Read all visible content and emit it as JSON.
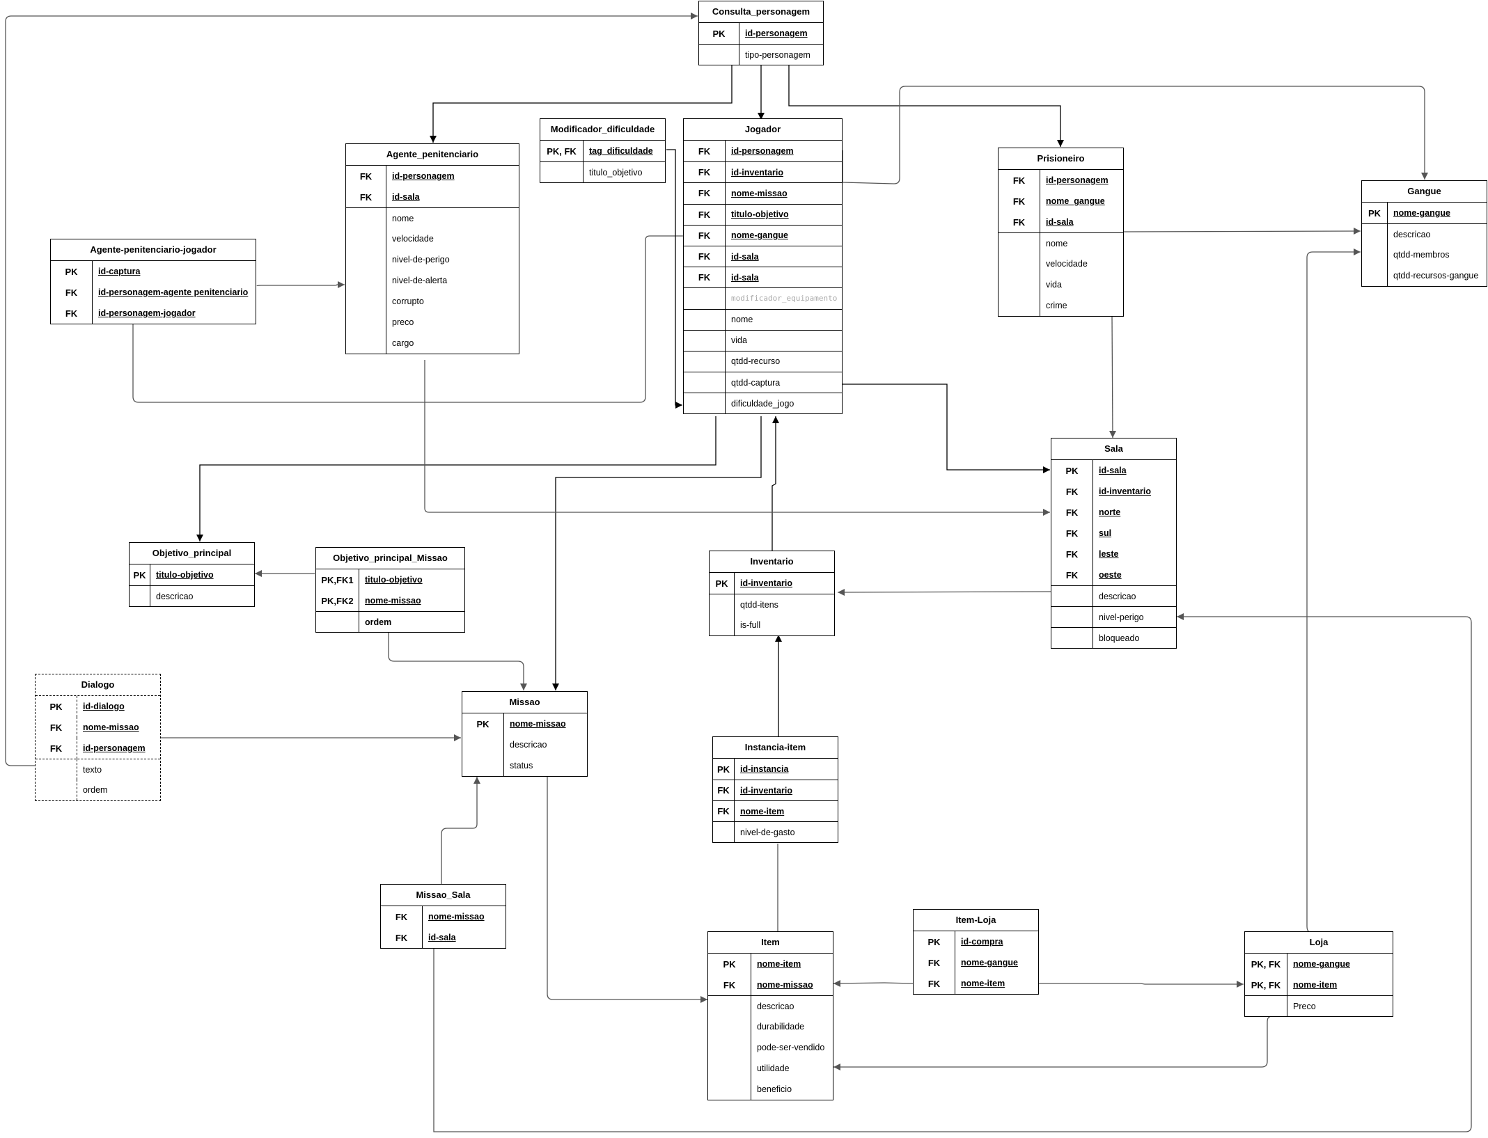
{
  "entities": {
    "consulta_personagem": {
      "title": "Consulta_personagem",
      "rows": [
        {
          "key": "PK",
          "attr": "id-personagem",
          "style": "k"
        },
        {
          "key": "",
          "attr": "tipo-personagem",
          "style": ""
        }
      ]
    },
    "agente_penitenciario": {
      "title": "Agente_penitenciario",
      "rows": [
        {
          "key": "FK",
          "attr": "id-personagem",
          "style": "k"
        },
        {
          "key": "FK",
          "attr": "id-sala",
          "style": "k"
        },
        {
          "key": "",
          "attr": "nome",
          "style": ""
        },
        {
          "key": "",
          "attr": "velocidade",
          "style": ""
        },
        {
          "key": "",
          "attr": "nivel-de-perigo",
          "style": ""
        },
        {
          "key": "",
          "attr": "nivel-de-alerta",
          "style": ""
        },
        {
          "key": "",
          "attr": "corrupto",
          "style": ""
        },
        {
          "key": "",
          "attr": "preco",
          "style": ""
        },
        {
          "key": "",
          "attr": "cargo",
          "style": ""
        }
      ]
    },
    "modificador_dificuldade": {
      "title": "Modificador_dificuldade",
      "rows": [
        {
          "key": "PK, FK",
          "attr": "tag_dificuldade",
          "style": "k"
        },
        {
          "key": "",
          "attr": "titulo_objetivo",
          "style": ""
        }
      ]
    },
    "jogador": {
      "title": "Jogador",
      "rows": [
        {
          "key": "FK",
          "attr": "id-personagem",
          "style": "k"
        },
        {
          "key": "FK",
          "attr": "id-inventario",
          "style": "k"
        },
        {
          "key": "FK",
          "attr": "nome-missao",
          "style": "k"
        },
        {
          "key": "FK",
          "attr": "titulo-objetivo",
          "style": "k"
        },
        {
          "key": "FK",
          "attr": "nome-gangue",
          "style": "k"
        },
        {
          "key": "FK",
          "attr": "id-sala",
          "style": "k"
        },
        {
          "key": "FK",
          "attr": "id-sala",
          "style": "k"
        },
        {
          "key": "",
          "attr": "modificador_equipamento",
          "style": "mono"
        },
        {
          "key": "",
          "attr": "nome",
          "style": ""
        },
        {
          "key": "",
          "attr": "vida",
          "style": ""
        },
        {
          "key": "",
          "attr": "qtdd-recurso",
          "style": ""
        },
        {
          "key": "",
          "attr": "qtdd-captura",
          "style": ""
        },
        {
          "key": "",
          "attr": "dificuldade_jogo",
          "style": ""
        }
      ]
    },
    "prisioneiro": {
      "title": "Prisioneiro",
      "rows": [
        {
          "key": "FK",
          "attr": "id-personagem",
          "style": "k"
        },
        {
          "key": "FK",
          "attr": "nome_gangue",
          "style": "k"
        },
        {
          "key": "FK",
          "attr": "id-sala",
          "style": "k"
        },
        {
          "key": "",
          "attr": "nome",
          "style": ""
        },
        {
          "key": "",
          "attr": "velocidade",
          "style": ""
        },
        {
          "key": "",
          "attr": "vida",
          "style": ""
        },
        {
          "key": "",
          "attr": "crime",
          "style": ""
        }
      ]
    },
    "gangue": {
      "title": "Gangue",
      "rows": [
        {
          "key": "PK",
          "attr": "nome-gangue",
          "style": "k"
        },
        {
          "key": "",
          "attr": "descricao",
          "style": ""
        },
        {
          "key": "",
          "attr": "qtdd-membros",
          "style": ""
        },
        {
          "key": "",
          "attr": "qtdd-recursos-gangue",
          "style": ""
        }
      ]
    },
    "agente_penitenciario_jogador": {
      "title": "Agente-penitenciario-jogador",
      "rows": [
        {
          "key": "PK",
          "attr": "id-captura",
          "style": "k"
        },
        {
          "key": "FK",
          "attr": "id-personagem-agente penitenciario",
          "style": "k"
        },
        {
          "key": "FK",
          "attr": "id-personagem-jogador",
          "style": "k"
        }
      ]
    },
    "sala": {
      "title": "Sala",
      "rows": [
        {
          "key": "PK",
          "attr": "id-sala",
          "style": "k"
        },
        {
          "key": "FK",
          "attr": "id-inventario ",
          "style": "k"
        },
        {
          "key": "FK",
          "attr": "norte",
          "style": "k"
        },
        {
          "key": "FK",
          "attr": "sul",
          "style": "k"
        },
        {
          "key": "FK",
          "attr": "leste",
          "style": "k"
        },
        {
          "key": "FK",
          "attr": "oeste",
          "style": "k"
        },
        {
          "key": "",
          "attr": "descricao",
          "style": ""
        },
        {
          "key": "",
          "attr": "nivel-perigo",
          "style": ""
        },
        {
          "key": "",
          "attr": "bloqueado",
          "style": ""
        }
      ]
    },
    "objetivo_principal": {
      "title": "Objetivo_principal",
      "rows": [
        {
          "key": "PK",
          "attr": "titulo-objetivo",
          "style": "k"
        },
        {
          "key": "",
          "attr": "descricao",
          "style": ""
        }
      ]
    },
    "objetivo_principal_missao": {
      "title": "Objetivo_principal_Missao",
      "rows": [
        {
          "key": "PK,FK1",
          "attr": "titulo-objetivo",
          "style": "k"
        },
        {
          "key": "PK,FK2",
          "attr": "nome-missao",
          "style": "k"
        },
        {
          "key": "",
          "attr": "ordem",
          "style": "b"
        }
      ]
    },
    "inventario": {
      "title": "Inventario",
      "rows": [
        {
          "key": "PK",
          "attr": "id-inventario",
          "style": "k"
        },
        {
          "key": "",
          "attr": "qtdd-itens",
          "style": ""
        },
        {
          "key": "",
          "attr": "is-full",
          "style": ""
        }
      ]
    },
    "dialogo": {
      "title": "Dialogo",
      "rows": [
        {
          "key": "PK",
          "attr": "id-dialogo",
          "style": "k"
        },
        {
          "key": "FK",
          "attr": "nome-missao",
          "style": "k"
        },
        {
          "key": "FK",
          "attr": "id-personagem",
          "style": "k"
        },
        {
          "key": "",
          "attr": "texto",
          "style": ""
        },
        {
          "key": "",
          "attr": "ordem",
          "style": ""
        }
      ]
    },
    "missao": {
      "title": "Missao",
      "rows": [
        {
          "key": "PK",
          "attr": "nome-missao",
          "style": "k"
        },
        {
          "key": "",
          "attr": "descricao",
          "style": ""
        },
        {
          "key": "",
          "attr": "status",
          "style": ""
        }
      ]
    },
    "instancia_item": {
      "title": "Instancia-item",
      "rows": [
        {
          "key": "PK",
          "attr": "id-instancia",
          "style": "k"
        },
        {
          "key": "FK",
          "attr": "id-inventario",
          "style": "k"
        },
        {
          "key": "FK",
          "attr": "nome-item",
          "style": "k"
        },
        {
          "key": "",
          "attr": "nivel-de-gasto",
          "style": ""
        }
      ]
    },
    "missao_sala": {
      "title": "Missao_Sala",
      "rows": [
        {
          "key": "FK",
          "attr": "nome-missao",
          "style": "k"
        },
        {
          "key": "FK",
          "attr": "id-sala",
          "style": "k"
        }
      ]
    },
    "item_loja": {
      "title": "Item-Loja",
      "rows": [
        {
          "key": "PK",
          "attr": "id-compra",
          "style": "k"
        },
        {
          "key": "FK",
          "attr": "nome-gangue",
          "style": "k"
        },
        {
          "key": "FK",
          "attr": "nome-item",
          "style": "k"
        }
      ]
    },
    "item": {
      "title": "Item",
      "rows": [
        {
          "key": "PK",
          "attr": "nome-item",
          "style": "k"
        },
        {
          "key": "FK",
          "attr": "nome-missao",
          "style": "k"
        },
        {
          "key": "",
          "attr": "descricao",
          "style": ""
        },
        {
          "key": "",
          "attr": "durabilidade",
          "style": ""
        },
        {
          "key": "",
          "attr": "pode-ser-vendido",
          "style": ""
        },
        {
          "key": "",
          "attr": "utilidade",
          "style": ""
        },
        {
          "key": "",
          "attr": "beneficio",
          "style": ""
        }
      ]
    },
    "loja": {
      "title": "Loja",
      "rows": [
        {
          "key": "PK, FK",
          "attr": "nome-gangue",
          "style": "k"
        },
        {
          "key": "PK, FK",
          "attr": "nome-item",
          "style": "k"
        },
        {
          "key": "",
          "attr": "Preco",
          "style": ""
        }
      ]
    }
  },
  "colors": {
    "line": "#000000",
    "connector": "#555555",
    "placeholder_text": "#aaaaaa"
  }
}
